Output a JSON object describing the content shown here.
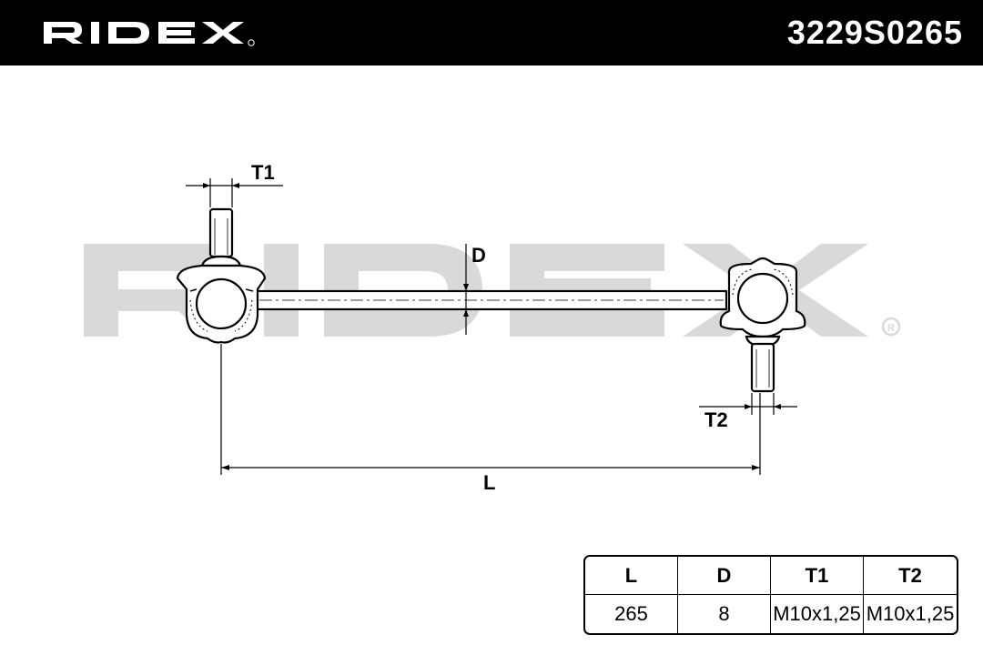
{
  "brand": {
    "logo_text": "RIDEX",
    "logo_icon": "ridex-logo-icon",
    "watermark_text": "RIDEX",
    "registered_mark": "®"
  },
  "header": {
    "part_number": "3229S0265",
    "background_color": "#000000",
    "text_color": "#ffffff"
  },
  "drawing": {
    "component": "stabiliser-link",
    "dimension_labels": {
      "T1": "T1",
      "D": "D",
      "T2": "T2",
      "L": "L"
    },
    "watermark_color": "#d9d9d9"
  },
  "spec_table": {
    "columns": [
      "L",
      "D",
      "T1",
      "T2"
    ],
    "values": [
      "265",
      "8",
      "M10x1,25",
      "M10x1,25"
    ]
  }
}
